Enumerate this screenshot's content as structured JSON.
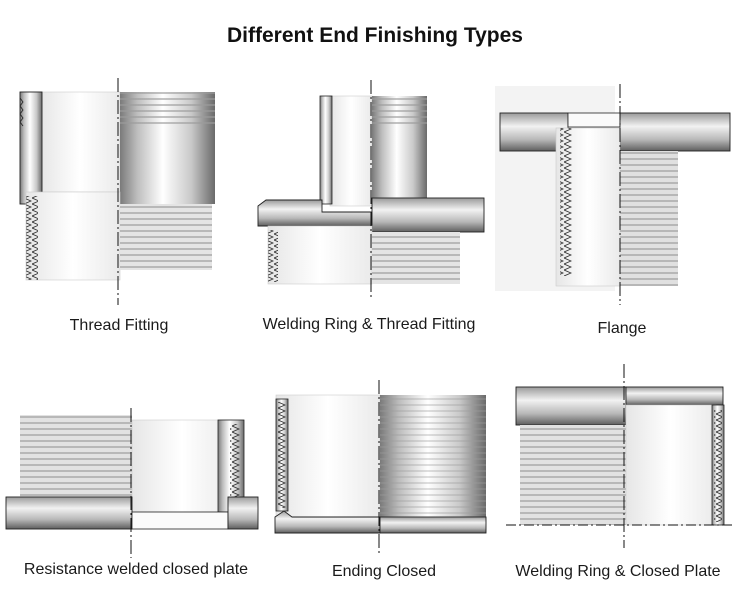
{
  "title": "Different End Finishing Types",
  "panels": [
    {
      "label": "Thread Fitting"
    },
    {
      "label": "Welding Ring & Thread Fitting"
    },
    {
      "label": "Flange"
    },
    {
      "label": "Resistance welded closed plate"
    },
    {
      "label": "Ending Closed"
    },
    {
      "label": "Welding Ring & Closed Plate"
    }
  ],
  "colors": {
    "metal_dark": "#6e6e6e",
    "metal_light": "#f4f4f4",
    "line": "#222222",
    "centerline": "#111111"
  }
}
